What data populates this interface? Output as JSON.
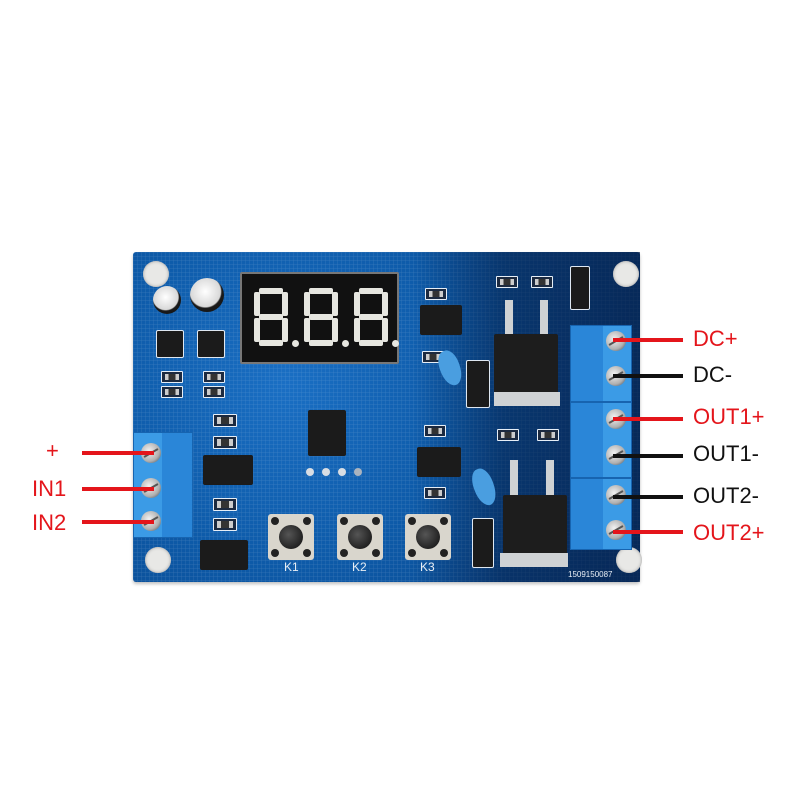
{
  "image": {
    "subject": "Dual MOS trigger switch control module PCB",
    "board_color": "#0c5aa6",
    "background_color": "#ffffff"
  },
  "display": {
    "type": "3-digit 7-segment LED",
    "digits": [
      "8.",
      "8.",
      "8."
    ],
    "shown_text": "8.8.8."
  },
  "buttons": [
    {
      "label": "K1"
    },
    {
      "label": "K2"
    },
    {
      "label": "K3"
    }
  ],
  "serial_number": "1509150087",
  "left_terminal": {
    "labels": [
      {
        "text": "+",
        "color": "#e4151b"
      },
      {
        "text": "IN1",
        "color": "#e4151b"
      },
      {
        "text": "IN2",
        "color": "#e4151b"
      }
    ]
  },
  "right_terminals": {
    "labels": [
      {
        "text": "DC+",
        "color": "#e4151b"
      },
      {
        "text": "DC-",
        "color": "#111111"
      },
      {
        "text": "OUT1+",
        "color": "#e4151b"
      },
      {
        "text": "OUT1-",
        "color": "#111111"
      },
      {
        "text": "OUT2-",
        "color": "#111111"
      },
      {
        "text": "OUT2+",
        "color": "#e4151b"
      }
    ]
  },
  "colors": {
    "positive_wire": "#e4151b",
    "negative_wire": "#111111",
    "terminal_block": "#2a86d8"
  }
}
